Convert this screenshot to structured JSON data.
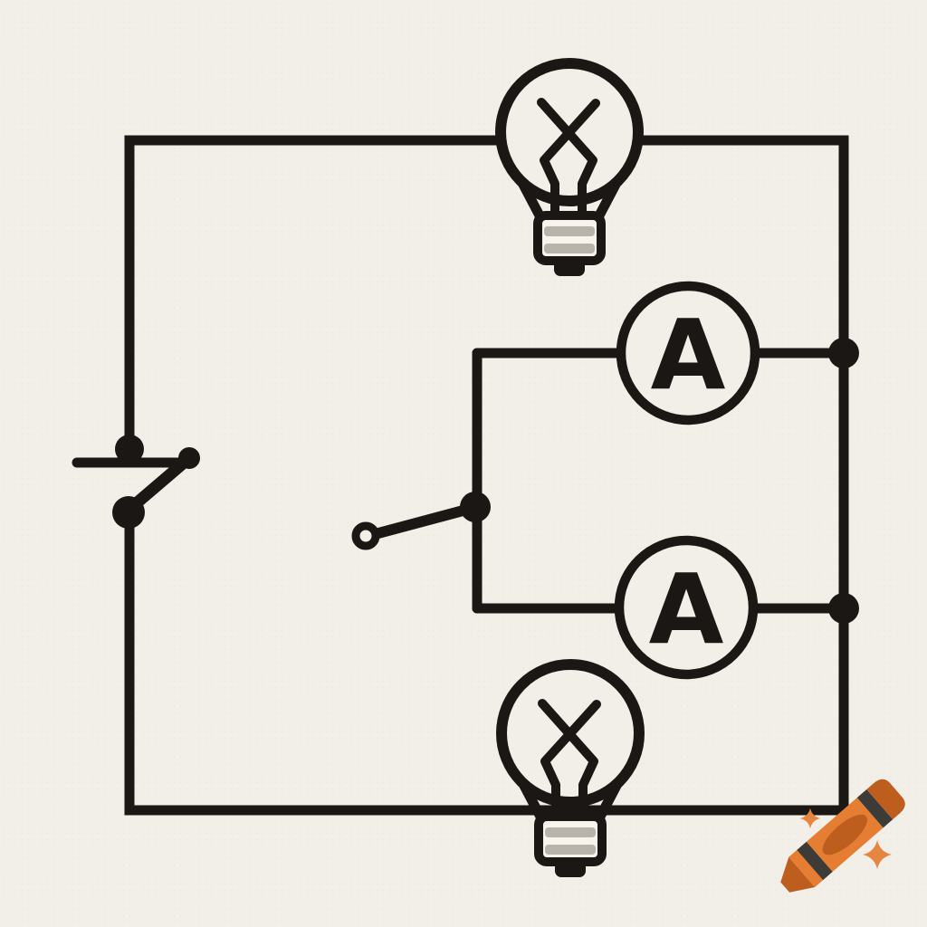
{
  "page": {
    "kind": "hand-drawn circuit diagram illustration",
    "visible_text": [
      "A",
      "A"
    ]
  },
  "diagram": {
    "components": {
      "top_bulb": {
        "type": "light-bulb",
        "filament_mark": "X"
      },
      "bottom_bulb": {
        "type": "light-bulb",
        "filament_mark": "X"
      },
      "left_switch": {
        "type": "open-knife-switch"
      },
      "selector_switch": {
        "type": "open-lever-switch"
      },
      "top_ammeter": {
        "label": "A"
      },
      "bottom_ammeter": {
        "label": "A"
      }
    }
  },
  "ammeters": {
    "top": {
      "label": "A"
    },
    "bottom": {
      "label": "A"
    }
  },
  "logo": {
    "name": "crayon-with-sparkles"
  },
  "colors": {
    "ink": "#1b1714",
    "bg": "#f2efe8",
    "base_fill": "#f7f4ee",
    "stripe": "#b8b4ac",
    "crayon_body": "#e57e33",
    "crayon_dark": "#bd5e1f",
    "band": "#3d3b38",
    "sparkle": "#e58540"
  }
}
